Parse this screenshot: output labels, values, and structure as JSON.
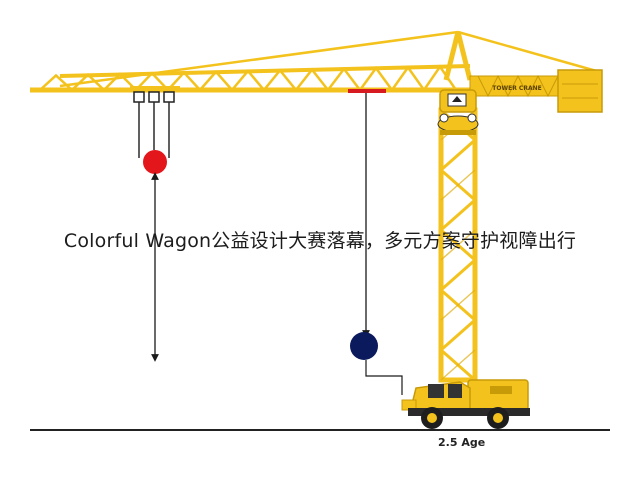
{
  "headline": "Colorful Wagon公益设计大赛落幕，多元方案守护视障出行",
  "ground_label": "2.5 Age",
  "jib_sign": "TOWER CRANE",
  "colors": {
    "crane_yellow": "#f4c21c",
    "crane_outline": "#c79a08",
    "ball_left": "#e3161b",
    "ball_right": "#0b1a5c",
    "trolley_marker": "#d71920",
    "cable": "#2a2a2a",
    "ground": "#222222"
  }
}
